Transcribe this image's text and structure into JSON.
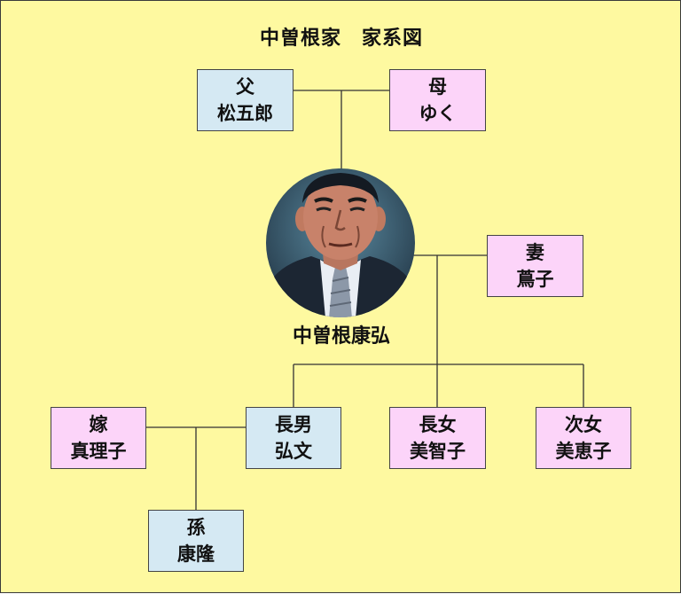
{
  "title": "中曽根家　家系図",
  "center": {
    "name": "中曽根康弘"
  },
  "father": {
    "relation": "父",
    "name": "松五郎"
  },
  "mother": {
    "relation": "母",
    "name": "ゆく"
  },
  "wife": {
    "relation": "妻",
    "name": "蔦子"
  },
  "daughter_in_law": {
    "relation": "嫁",
    "name": "真理子"
  },
  "eldest_son": {
    "relation": "長男",
    "name": "弘文"
  },
  "eldest_daughter": {
    "relation": "長女",
    "name": "美智子"
  },
  "second_daughter": {
    "relation": "次女",
    "name": "美恵子"
  },
  "grandson": {
    "relation": "孫",
    "name": "康隆"
  },
  "colors": {
    "background": "#fef9a0",
    "male_box": "#d5e9f3",
    "female_box": "#fcd4f9"
  }
}
